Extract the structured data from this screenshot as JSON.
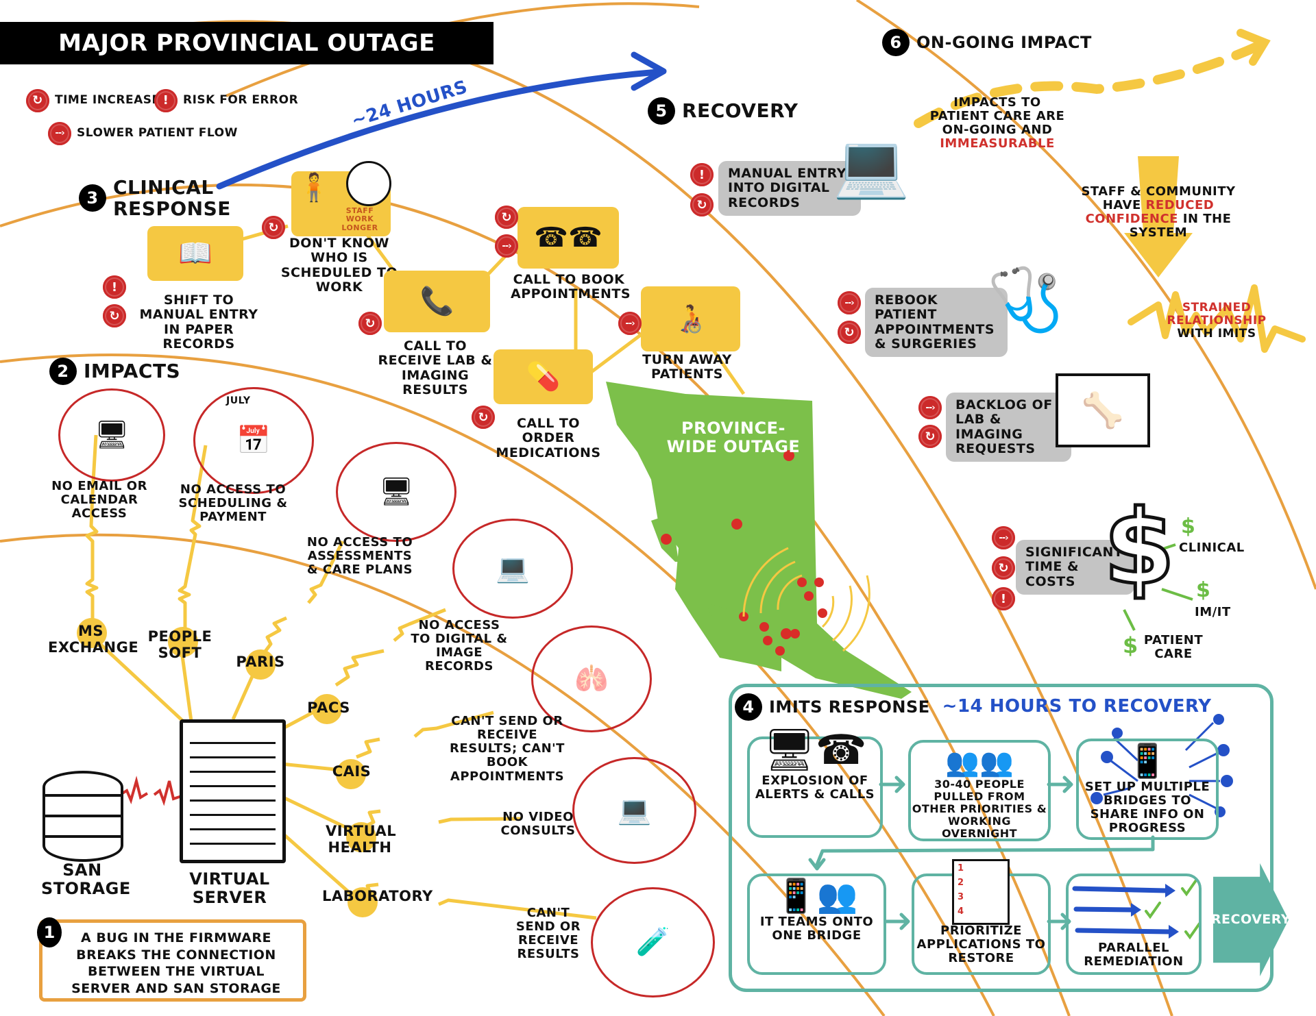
{
  "title": "Major Provincial Outage",
  "legend": {
    "time_increase": "Time Increase",
    "risk_for_error": "Risk for Error",
    "slower_patient_flow": "Slower Patient Flow"
  },
  "timeline": {
    "clinical_duration": "~24 Hours",
    "imits_duration": "~14 Hours To Recovery"
  },
  "colors": {
    "orange_arc": "#e8a040",
    "yellow": "#f5c842",
    "red_marker": "#cc2a2a",
    "blue_arrow": "#2451c7",
    "teal": "#5fb3a3",
    "map_green": "#7cc04a",
    "gray_box": "#c4c4c4"
  },
  "step1": {
    "number": "1",
    "text": "A bug in the firmware breaks the connection between the virtual server and SAN storage",
    "san_label": "SAN Storage",
    "server_label": "Virtual Server",
    "systems": [
      "MS Exchange",
      "People Soft",
      "PARIS",
      "PACS",
      "CAIS",
      "Virtual Health",
      "Laboratory"
    ]
  },
  "step2": {
    "number": "2",
    "title": "Impacts",
    "items": [
      "No email or calendar access",
      "No access to scheduling & payment",
      "No access to assessments & care plans",
      "No access to digital & image records",
      "Can't send or receive results; can't book appointments",
      "No video consults",
      "Can't send or receive results"
    ],
    "calendar_month": "July"
  },
  "step3": {
    "number": "3",
    "title": "Clinical Response",
    "items": [
      "Shift to manual entry in paper records",
      "Don't know who is scheduled to work",
      "Call to receive lab & imaging results",
      "Call to book appointments",
      "Call to order medications",
      "Turn away patients"
    ],
    "staff_work_longer": "Staff work longer"
  },
  "map": {
    "label": "Province-wide outage"
  },
  "step4": {
    "number": "4",
    "title": "IMITS Response",
    "steps": [
      "Explosion of alerts & calls",
      "30-40 people pulled from other priorities & working overnight",
      "Set up multiple bridges to share info on progress",
      "IT teams onto one bridge",
      "Prioritize applications to restore",
      "Parallel remediation"
    ],
    "recovery_label": "Recovery",
    "priority_numbers": [
      "1",
      "2",
      "3",
      "4"
    ]
  },
  "step5": {
    "number": "5",
    "title": "Recovery",
    "items": [
      "Manual entry into digital records",
      "Rebook patient appointments & surgeries",
      "Backlog of lab & imaging requests",
      "Significant time & costs"
    ],
    "cost_areas": [
      "Clinical",
      "IM/IT",
      "Patient care"
    ]
  },
  "step6": {
    "number": "6",
    "title": "On-going Impact",
    "impacts_prefix": "Impacts to patient care are on-going and",
    "impacts_highlight": "immeasurable",
    "confidence_prefix": "Staff & community have",
    "confidence_highlight": "reduced confidence",
    "confidence_suffix": "in the system",
    "strained_highlight": "Strained relationship",
    "strained_suffix": "with IMITS"
  }
}
